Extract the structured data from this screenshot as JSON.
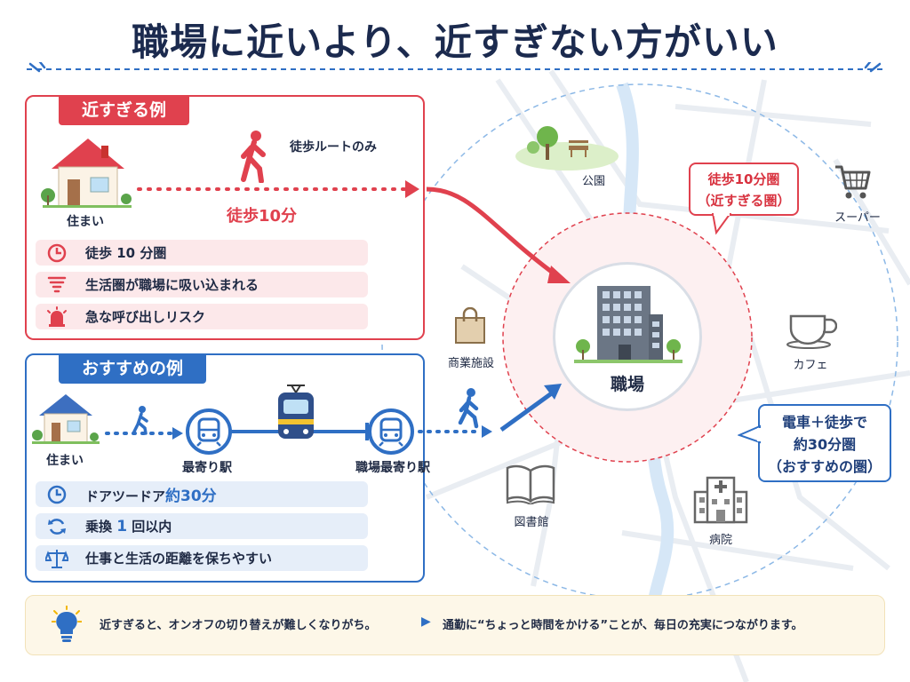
{
  "title": "職場に近いより、近すぎない方がいい",
  "colors": {
    "red": "#e0414e",
    "blue": "#2f6fc4",
    "navy": "#1b2a4e"
  },
  "close_example": {
    "tag": "近すぎる例",
    "home_label": "住まい",
    "route_label": "徒歩ルートのみ",
    "walk_time": "徒歩10分",
    "items": [
      {
        "icon": "clock-icon",
        "text": "徒歩 10 分圏"
      },
      {
        "icon": "tornado-icon",
        "text": "生活圏が職場に吸い込まれる"
      },
      {
        "icon": "alarm-bell-icon",
        "text": "急な呼び出しリスク"
      }
    ]
  },
  "recommended_example": {
    "tag": "おすすめの例",
    "home_label": "住まい",
    "nearest_station": "最寄り駅",
    "work_station": "職場最寄り駅",
    "items": [
      {
        "icon": "clock-icon",
        "text_before": "ドアツードア",
        "text_accent": "約30分"
      },
      {
        "icon": "refresh-icon",
        "text_before": "乗換 ",
        "text_accent": "1",
        "text_after": " 回以内"
      },
      {
        "icon": "scale-icon",
        "text_before": "仕事と生活の距離を保ちやすい"
      }
    ]
  },
  "map": {
    "workplace": "職場",
    "places": {
      "park": "公園",
      "supermarket": "スーパー",
      "cafe": "カフェ",
      "hospital": "病院",
      "library": "図書館",
      "commercial": "商業施設"
    },
    "callout_10": [
      "徒歩10分圏",
      "（近すぎる圏）"
    ],
    "callout_30": [
      "電車＋徒歩で",
      "約30分圏",
      "（おすすめの圏）"
    ]
  },
  "bottom": {
    "icon": "lightbulb-icon",
    "text1": "近すぎると、オンオフの切り替えが難しくなりがち。",
    "text2": "通勤に“ちょっと時間をかける”ことが、毎日の充実につながります。"
  }
}
